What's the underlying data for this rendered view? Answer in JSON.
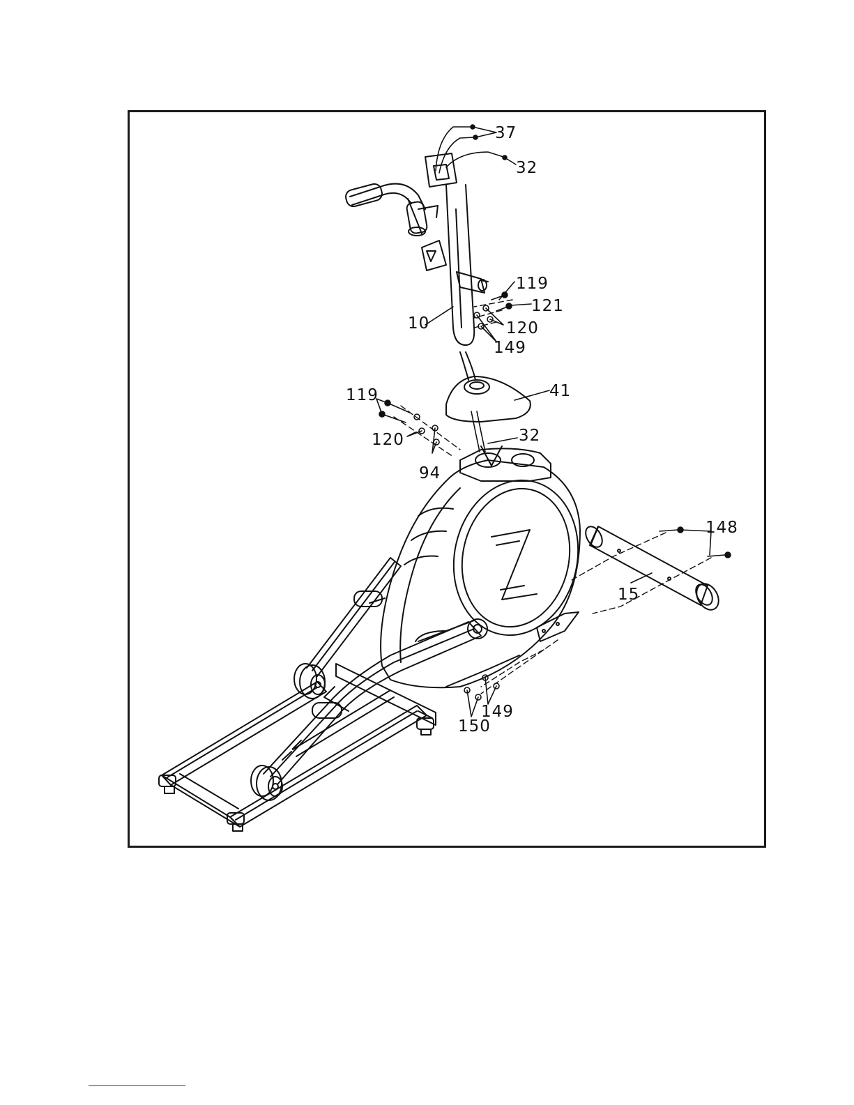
{
  "diagram": {
    "parts": [
      {
        "id": "p37",
        "label": "37"
      },
      {
        "id": "p32a",
        "label": "32"
      },
      {
        "id": "p119a",
        "label": "119"
      },
      {
        "id": "p121",
        "label": "121"
      },
      {
        "id": "p10",
        "label": "10"
      },
      {
        "id": "p120a",
        "label": "120"
      },
      {
        "id": "p149a",
        "label": "149"
      },
      {
        "id": "p41",
        "label": "41"
      },
      {
        "id": "p119b",
        "label": "119"
      },
      {
        "id": "p32b",
        "label": "32"
      },
      {
        "id": "p120b",
        "label": "120"
      },
      {
        "id": "p94",
        "label": "94"
      },
      {
        "id": "p148",
        "label": "148"
      },
      {
        "id": "p15",
        "label": "15"
      },
      {
        "id": "p149b",
        "label": "149"
      },
      {
        "id": "p150",
        "label": "150"
      }
    ]
  },
  "colors": {
    "line": "#111111",
    "link": "#2a2ae0"
  }
}
